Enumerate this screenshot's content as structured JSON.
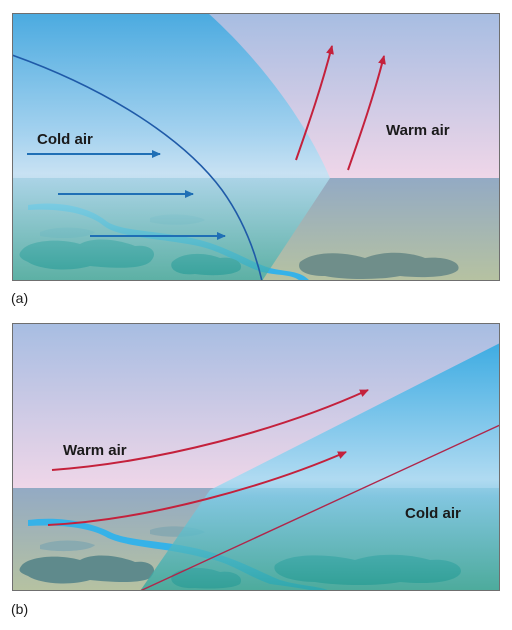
{
  "panels": [
    {
      "tag": "(a)",
      "labels": {
        "cold": "Cold air",
        "warm": "Warm air"
      },
      "arrows": {
        "cold": "blue-right-arrows",
        "warm": "red-rising-arrows"
      },
      "front": "cold-front"
    },
    {
      "tag": "(b)",
      "labels": {
        "warm": "Warm air",
        "cold": "Cold air"
      },
      "arrows": {
        "warm": "red-overriding-arrows"
      },
      "front": "warm-front"
    }
  ],
  "colors": {
    "cold_arrow": "#1f6fb5",
    "warm_arrow": "#c4213c",
    "cold_air_mass": "#2aa6e0",
    "sky_top": "#a7bde2",
    "sky_bottom": "#efd6e8",
    "ground_top": "#8fa9c0",
    "ground_bottom": "#b5c0a3",
    "river": "#36b2e8",
    "vegetation": "#2f8c7e"
  }
}
